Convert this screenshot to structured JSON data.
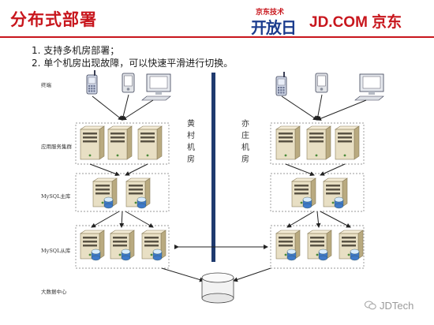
{
  "slide": {
    "title": "分布式部署",
    "logos": {
      "kaifang_small": "京东技术",
      "kaifang_big": "开放日",
      "jd": "JD.COM 京东"
    },
    "bullets": [
      "1. 支持多机房部署；",
      "2. 单个机房出现故障，可以快速平滑进行切换。"
    ]
  },
  "diagram": {
    "row_labels": {
      "client": "终端",
      "app": "应用服务集群",
      "master": "MySQL主库",
      "slave": "MySQL从库",
      "bigdata": "大数据中心"
    },
    "datacenters": {
      "left": "黄村机房",
      "right": "亦庄机房"
    }
  },
  "watermark": "JDTech",
  "colors": {
    "brand_red": "#c8161d",
    "logo_blue": "#1c3d8e",
    "divider": "#1f3a6e",
    "server": "#e8dfc4"
  }
}
